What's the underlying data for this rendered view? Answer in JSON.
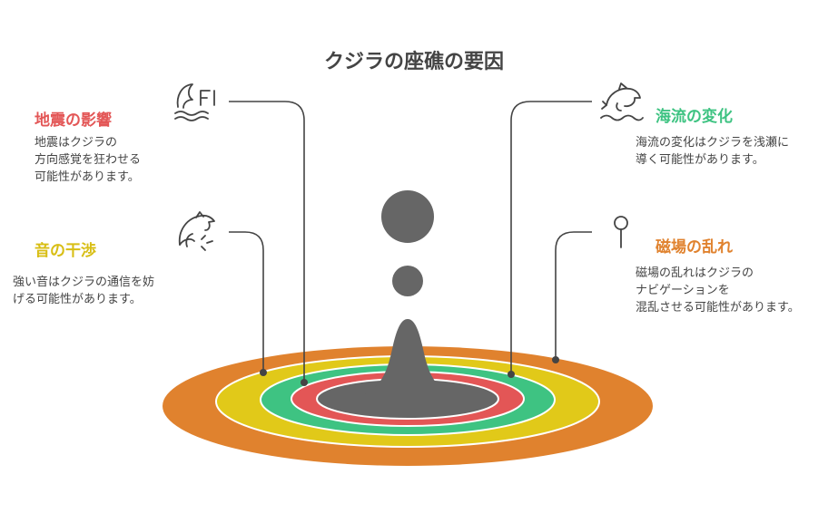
{
  "title": "クジラの座礁の要因",
  "colors": {
    "orange": "#E0822E",
    "yellow": "#E1C919",
    "green": "#3EC382",
    "red": "#E35656",
    "gray": "#666666",
    "line": "#444444"
  },
  "factors": [
    {
      "heading": "地震の影響",
      "description": "地震はクジラの\n方向感覚を狂わせる\n可能性があります。",
      "color": "#E35656",
      "icon": "wave-icon"
    },
    {
      "heading": "音の干渉",
      "description": "強い音はクジラの通信を妨\nげる可能性があります。",
      "color": "#E1C919",
      "icon": "dolphin-splash-icon"
    },
    {
      "heading": "海流の変化",
      "description": "海流の変化はクジラを浅瀬に\n導く可能性があります。",
      "color": "#3EC382",
      "icon": "dolphin-wave-icon"
    },
    {
      "heading": "磁場の乱れ",
      "description": "磁場の乱れはクジラの\nナビゲーションを\n混乱させる可能性があります。",
      "color": "#E0822E",
      "icon": "pin-icon"
    }
  ]
}
